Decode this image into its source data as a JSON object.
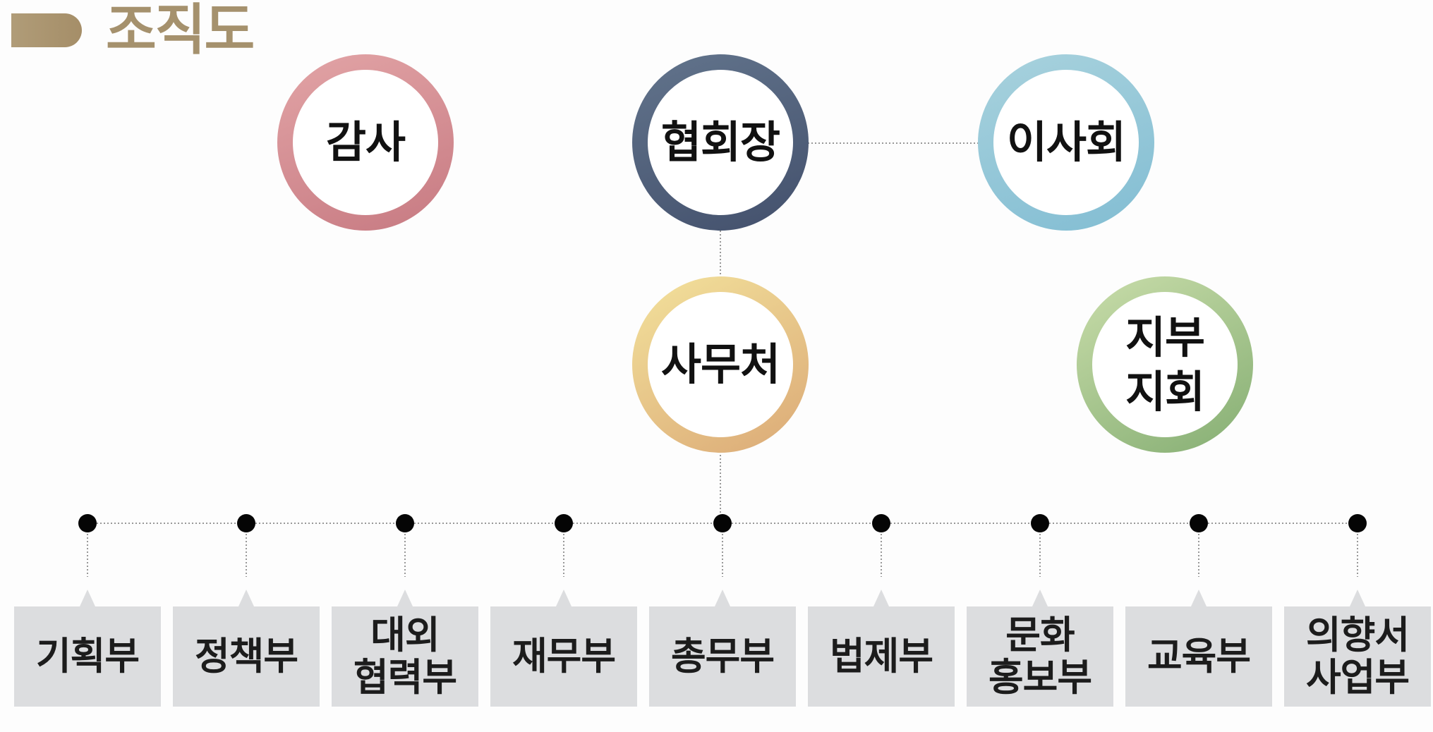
{
  "title": "조직도",
  "nodes": {
    "audit": "감사",
    "president": "협회장",
    "board": "이사회",
    "secretariat": "사무처",
    "branch": "지부\n지회"
  },
  "departments": [
    "기획부",
    "정책부",
    "대외\n협력부",
    "재무부",
    "총무부",
    "법제부",
    "문화\n홍보부",
    "교육부",
    "의향서\n사업부"
  ],
  "colors": {
    "title": "#a5916d",
    "audit_ring": "#d48e94",
    "president_ring": "#4f5d78",
    "board_ring": "#95c8d8",
    "secretariat_ring": "#e8c486",
    "branch_ring": "#a8c88e",
    "department_box": "#dcdddf"
  }
}
